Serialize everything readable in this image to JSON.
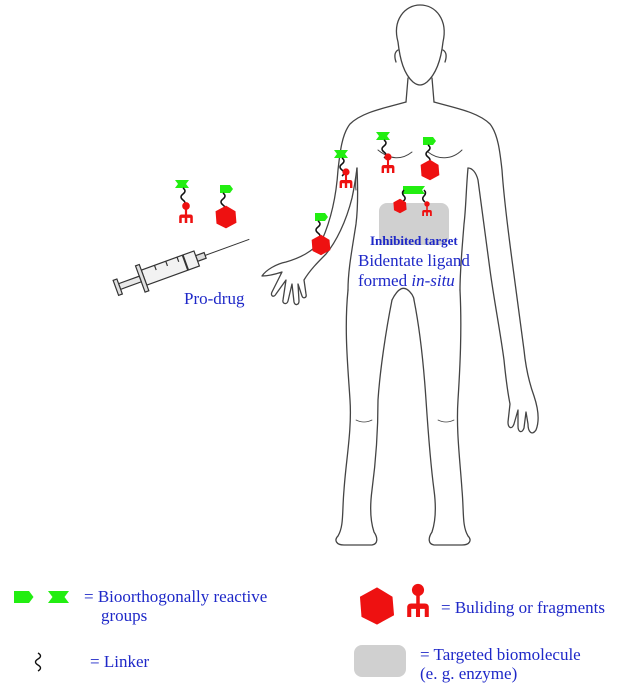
{
  "colors": {
    "reactive_group": "#22ee11",
    "fragment": "#ee1111",
    "target": "#d0d0d0",
    "label_text": "#1e28c8",
    "outline": "#444444"
  },
  "labels": {
    "prodrug": "Pro-drug",
    "inhibited_target": "Inhibited target",
    "bidentate_line1": "Bidentate ligand",
    "bidentate_line2_plain": "formed ",
    "bidentate_line2_italic": "in-situ"
  },
  "legend": {
    "reactive_groups_line1": "= Bioorthogonally reactive",
    "reactive_groups_line2": "groups",
    "linker": "= Linker",
    "fragments": "= Buliding or fragments",
    "biomolecule_line1": "= Targeted biomolecule",
    "biomolecule_line2": "(e. g. enzyme)"
  },
  "icons": {
    "syringe": "syringe-icon",
    "body": "human-body-outline",
    "hexagon": "hexagon-fragment-icon",
    "fork": "fork-fragment-icon",
    "tag": "reactive-group-icon",
    "linker": "linker-icon"
  }
}
